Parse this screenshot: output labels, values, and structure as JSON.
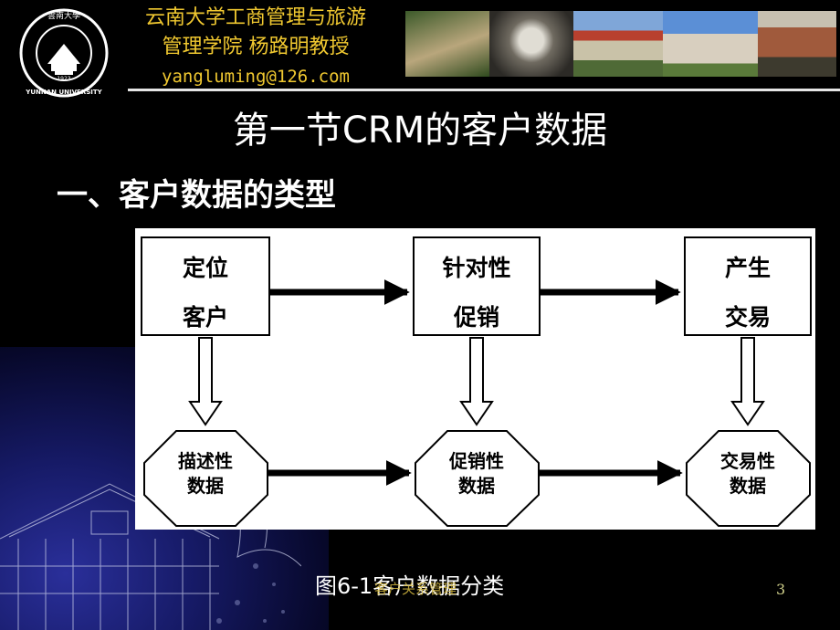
{
  "header": {
    "line1": "云南大学工商管理与旅游",
    "line2": "管理学院  杨路明教授",
    "email": "yangluming@126.com",
    "logo_text": "YUNNAN UNIVERSITY",
    "logo_year": "1923"
  },
  "slide": {
    "title": "第一节CRM的客户数据",
    "subtitle": "一、客户数据的类型"
  },
  "diagram": {
    "top_boxes": [
      {
        "line1": "定位",
        "line2": "客户"
      },
      {
        "line1": "针对性",
        "line2": "促销"
      },
      {
        "line1": "产生",
        "line2": "交易"
      }
    ],
    "bottom_nodes": [
      {
        "line1": "描述性",
        "line2": "数据"
      },
      {
        "line1": "促销性",
        "line2": "数据"
      },
      {
        "line1": "交易性",
        "line2": "数据"
      }
    ]
  },
  "caption": "图6-1客户数据分类",
  "footer": "客户关系管理",
  "page_number": "3",
  "colors": {
    "accent_gold": "#f0c830",
    "background": "#000000",
    "rule": "#e6e6e6"
  }
}
